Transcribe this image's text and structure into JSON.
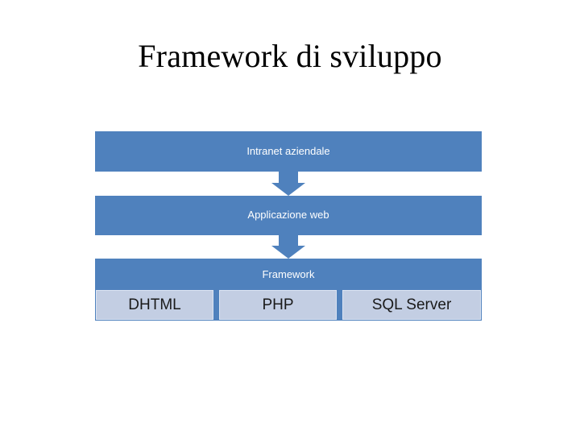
{
  "slide": {
    "title": "Framework di sviluppo",
    "background_color": "#FFFFFF",
    "title_color": "#000000"
  },
  "colors": {
    "accent_blue": "#4F81BD",
    "child_fill": "#C3CEE3",
    "child_border": "#DCE4F2",
    "bar_text": "#FFFFFF",
    "child_text": "#1A1A1A"
  },
  "diagram": {
    "type": "stacked-block-arrow-diagram",
    "orientation": "vertical-top-down",
    "levels": [
      {
        "id": "intranet",
        "label": "Intranet aziendale",
        "fill": "#4F81BD",
        "text_color": "#FFFFFF"
      },
      {
        "id": "applicazione-web",
        "label": "Applicazione web",
        "fill": "#4F81BD",
        "text_color": "#FFFFFF"
      },
      {
        "id": "framework",
        "label": "Framework",
        "fill": "#4F81BD",
        "text_color": "#FFFFFF",
        "children": [
          {
            "id": "dhtml",
            "label": "DHTML"
          },
          {
            "id": "php",
            "label": "PHP"
          },
          {
            "id": "sql-server",
            "label": "SQL Server"
          }
        ]
      }
    ],
    "connectors": [
      {
        "id": "arrow-intranet-to-applicazione",
        "icon": "arrow-down-icon",
        "color": "#4F81BD"
      },
      {
        "id": "arrow-applicazione-to-framework",
        "icon": "arrow-down-icon",
        "color": "#4F81BD"
      }
    ]
  }
}
